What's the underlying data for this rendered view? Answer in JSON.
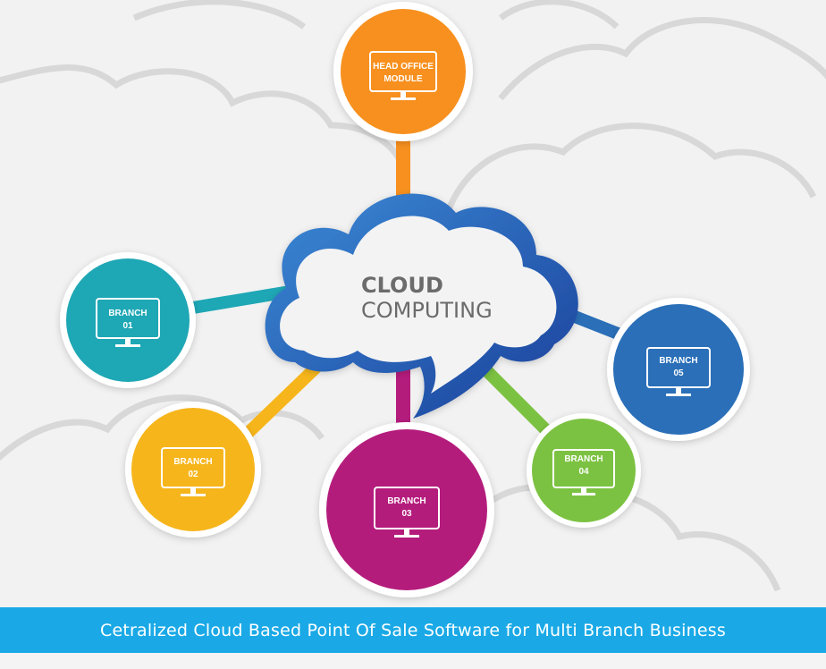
{
  "center": {
    "title_line1": "CLOUD",
    "title_line2": "COMPUTING"
  },
  "nodes": [
    {
      "key": "head-office",
      "line1": "HEAD OFFICE",
      "line2": "MODULE",
      "color": "#f7901e"
    },
    {
      "key": "branch-01",
      "line1": "BRANCH",
      "line2": "01",
      "color": "#1ea7b5"
    },
    {
      "key": "branch-02",
      "line1": "BRANCH",
      "line2": "02",
      "color": "#f6b51b"
    },
    {
      "key": "branch-03",
      "line1": "BRANCH",
      "line2": "03",
      "color": "#b41c7c"
    },
    {
      "key": "branch-04",
      "line1": "BRANCH",
      "line2": "04",
      "color": "#7cc242"
    },
    {
      "key": "branch-05",
      "line1": "BRANCH",
      "line2": "05",
      "color": "#2a6fb8"
    }
  ],
  "colors": {
    "cloud_outer": "#2563b5",
    "cloud_inner": "#f3f3f3",
    "caption_bar": "#1aa9e6",
    "background": "#f2f2f2"
  },
  "caption": "Cetralized Cloud Based Point Of Sale Software for Multi Branch Business"
}
